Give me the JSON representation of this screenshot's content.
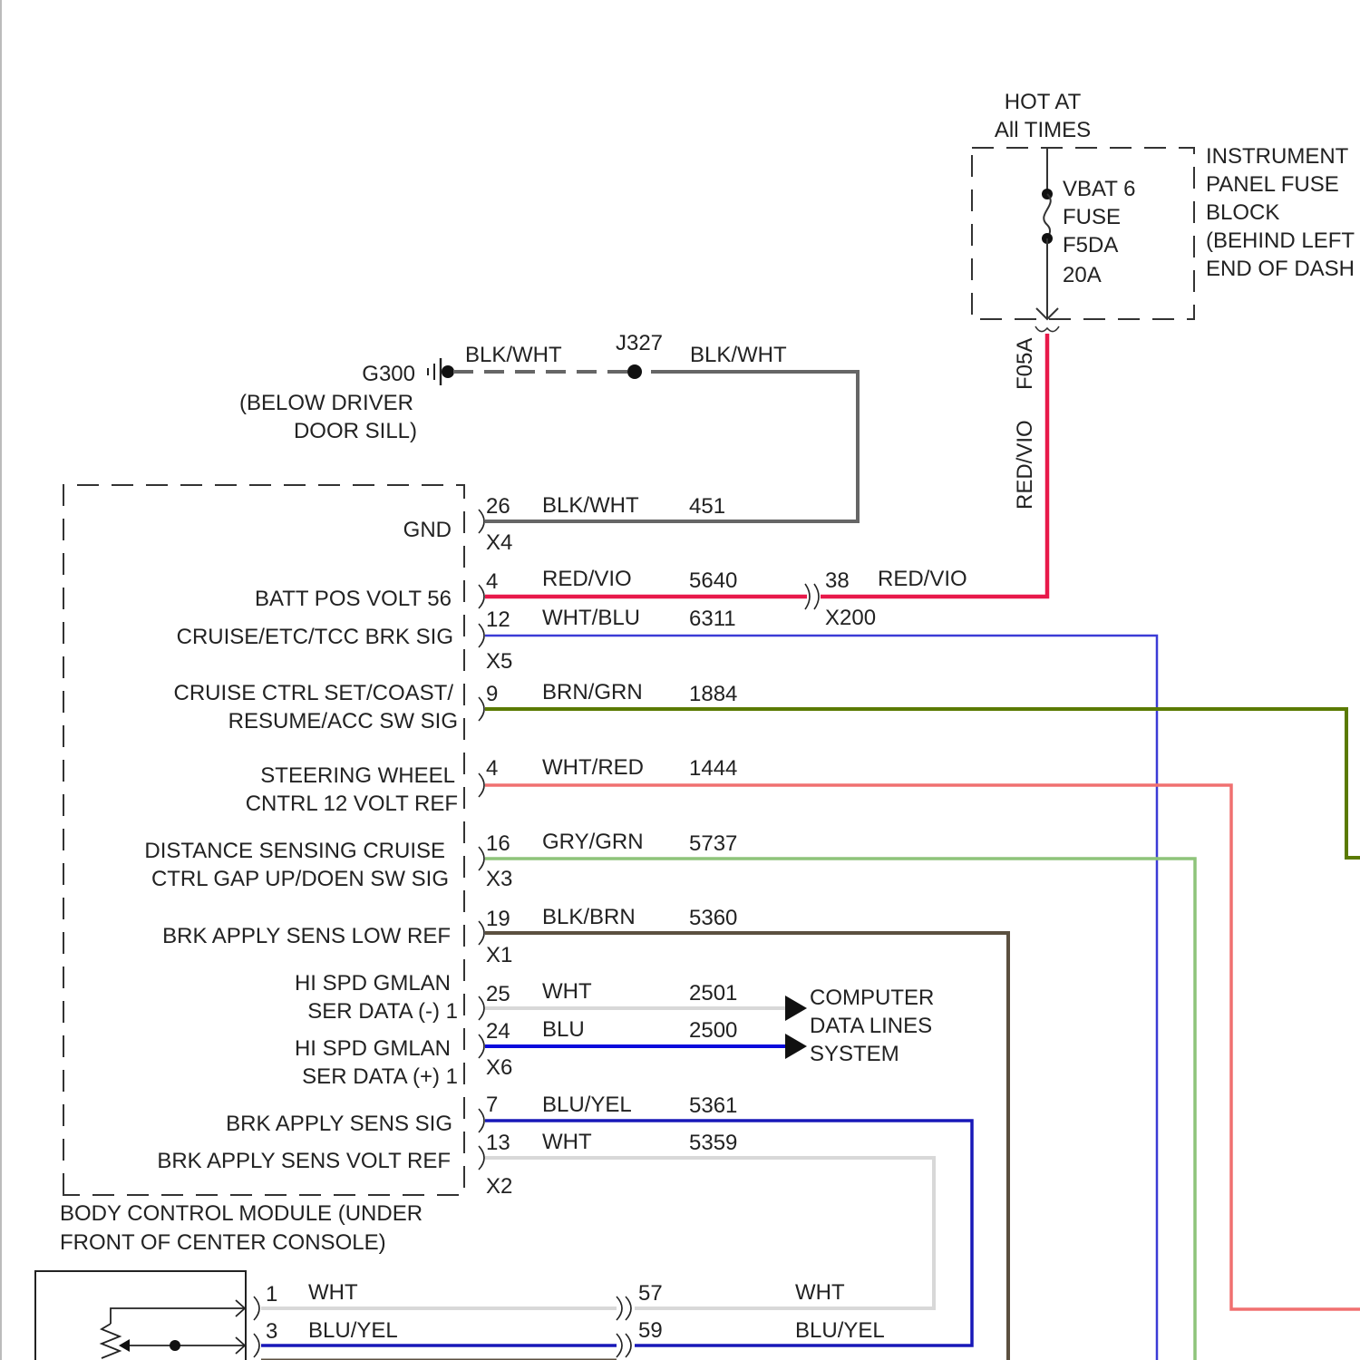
{
  "colors": {
    "red_vio": "#e8194a",
    "blk_wht": "#666666",
    "wht_blu": "#3b3bd6",
    "brn_grn": "#5a7a00",
    "wht_red": "#f07070",
    "gry_grn": "#8ec47a",
    "blk_brn": "#5b5040",
    "wht": "#d8d8d8",
    "blu": "#0a0adc",
    "blu_yel": "#1818b8"
  },
  "fuse_block": {
    "hot_label_1": "HOT AT",
    "hot_label_2": "All TIMES",
    "fuse_lines": [
      "VBAT 6",
      "FUSE",
      "F5DA",
      "20A"
    ],
    "name_lines": [
      "INSTRUMENT",
      "PANEL FUSE",
      "BLOCK",
      "(BEHIND LEFT",
      "END OF DASH"
    ],
    "output_circuit": "F05A",
    "output_wire": "RED/VIO"
  },
  "ground": {
    "name": "G300",
    "location_1": "(BELOW DRIVER",
    "location_2": "DOOR SILL)",
    "wire_left": "BLK/WHT",
    "splice": "J327",
    "wire_right": "BLK/WHT"
  },
  "bcm": {
    "name_1": "BODY CONTROL MODULE (UNDER",
    "name_2": "FRONT OF CENTER CONSOLE)",
    "pins": [
      {
        "label": "GND",
        "pin": "26",
        "wire": "BLK/WHT",
        "circuit": "451"
      },
      {
        "label": "BATT POS VOLT 56",
        "pin": "4",
        "wire": "RED/VIO",
        "circuit": "5640"
      },
      {
        "label": "CRUISE/ETC/TCC BRK SIG",
        "pin": "12",
        "wire": "WHT/BLU",
        "circuit": "6311"
      },
      {
        "label_1": "CRUISE CTRL SET/COAST/",
        "label_2": "RESUME/ACC SW SIG",
        "pin": "9",
        "wire": "BRN/GRN",
        "circuit": "1884"
      },
      {
        "label_1": "STEERING WHEEL",
        "label_2": "CNTRL 12 VOLT REF",
        "pin": "4",
        "wire": "WHT/RED",
        "circuit": "1444"
      },
      {
        "label_1": "DISTANCE SENSING CRUISE",
        "label_2": "CTRL GAP UP/DOEN SW SIG",
        "pin": "16",
        "wire": "GRY/GRN",
        "circuit": "5737"
      },
      {
        "label": "BRK APPLY SENS LOW REF",
        "pin": "19",
        "wire": "BLK/BRN",
        "circuit": "5360"
      },
      {
        "label_1": "HI SPD GMLAN",
        "label_2": "SER DATA (-) 1",
        "pin": "25",
        "wire": "WHT",
        "circuit": "2501"
      },
      {
        "label_1": "HI SPD GMLAN",
        "label_2": "SER DATA (+) 1",
        "pin": "24",
        "wire": "BLU",
        "circuit": "2500"
      },
      {
        "label": "BRK APPLY SENS SIG",
        "pin": "7",
        "wire": "BLU/YEL",
        "circuit": "5361"
      },
      {
        "label": "BRK APPLY SENS VOLT REF",
        "pin": "13",
        "wire": "WHT",
        "circuit": "5359"
      }
    ],
    "connectors": [
      "X4",
      "X5",
      "X3",
      "X1",
      "X6",
      "X2"
    ]
  },
  "inline_connector": {
    "pin": "38",
    "wire": "RED/VIO",
    "name": "X200"
  },
  "data_lines": [
    "COMPUTER",
    "DATA LINES",
    "SYSTEM"
  ],
  "brake_sensor": {
    "pins": [
      {
        "pin": "1",
        "wire": "WHT",
        "inline_pin": "57",
        "inline_wire": "WHT"
      },
      {
        "pin": "3",
        "wire": "BLU/YEL",
        "inline_pin": "59",
        "inline_wire": "BLU/YEL"
      }
    ]
  }
}
